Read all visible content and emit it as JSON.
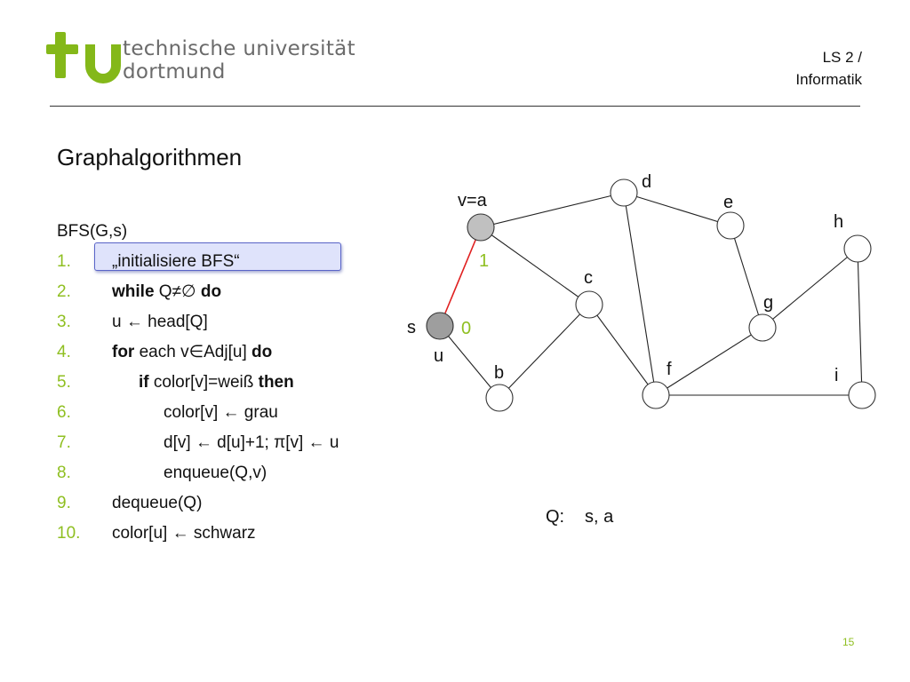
{
  "header": {
    "logo_line1": "technische universität",
    "logo_line2": "dortmund",
    "chair_line1": "LS 2 /",
    "chair_line2": "Informatik"
  },
  "title": "Graphalgorithmen",
  "algorithm": {
    "name": "BFS(G,s)",
    "lines": [
      {
        "num": "1.",
        "parts": [
          {
            "t": "„initialisiere BFS“"
          }
        ]
      },
      {
        "num": "2.",
        "parts": [
          {
            "t": "while",
            "b": true
          },
          {
            "t": " Q≠∅ "
          },
          {
            "t": "do",
            "b": true
          }
        ]
      },
      {
        "num": "3.",
        "indent": 1,
        "parts": [
          {
            "t": "u ← head[Q]"
          }
        ]
      },
      {
        "num": "4.",
        "indent": 1,
        "parts": [
          {
            "t": "for",
            "b": true
          },
          {
            "t": " each v∈Adj[u] "
          },
          {
            "t": "do",
            "b": true
          }
        ]
      },
      {
        "num": "5.",
        "indent": 2,
        "parts": [
          {
            "t": "if",
            "b": true
          },
          {
            "t": " color[v]=weiß "
          },
          {
            "t": "then",
            "b": true
          }
        ]
      },
      {
        "num": "6.",
        "indent": 3,
        "parts": [
          {
            "t": "color[v] ← grau"
          }
        ]
      },
      {
        "num": "7.",
        "indent": 3,
        "parts": [
          {
            "t": "d[v] ← d[u]+1; π[v] ← u"
          }
        ]
      },
      {
        "num": "8.",
        "indent": 3,
        "highlight": true,
        "parts": [
          {
            "t": "enqueue(Q,v)"
          }
        ]
      },
      {
        "num": "9.",
        "indent": 1,
        "parts": [
          {
            "t": "dequeue(Q)"
          }
        ]
      },
      {
        "num": "10.",
        "indent": 1,
        "parts": [
          {
            "t": "color[u] ← schwarz"
          }
        ]
      }
    ]
  },
  "graph": {
    "nodes": [
      {
        "id": "a",
        "label": "v=a",
        "fill": "#c0c0c0",
        "dist": "1"
      },
      {
        "id": "s",
        "label": "s",
        "fill": "#9e9e9e",
        "dist": "0"
      },
      {
        "id": "u",
        "label": "u"
      },
      {
        "id": "b",
        "label": "b",
        "fill": "#ffffff"
      },
      {
        "id": "c",
        "label": "c",
        "fill": "#ffffff"
      },
      {
        "id": "d",
        "label": "d",
        "fill": "#ffffff"
      },
      {
        "id": "e",
        "label": "e",
        "fill": "#ffffff"
      },
      {
        "id": "f",
        "label": "f",
        "fill": "#ffffff"
      },
      {
        "id": "g",
        "label": "g",
        "fill": "#ffffff"
      },
      {
        "id": "h",
        "label": "h",
        "fill": "#ffffff"
      },
      {
        "id": "i",
        "label": "i",
        "fill": "#ffffff"
      }
    ],
    "edges": [
      {
        "from": "s",
        "to": "a",
        "color": "#e02020"
      },
      {
        "from": "a",
        "to": "d"
      },
      {
        "from": "a",
        "to": "c"
      },
      {
        "from": "s",
        "to": "b"
      },
      {
        "from": "b",
        "to": "c"
      },
      {
        "from": "c",
        "to": "f"
      },
      {
        "from": "d",
        "to": "e"
      },
      {
        "from": "d",
        "to": "f"
      },
      {
        "from": "e",
        "to": "g"
      },
      {
        "from": "g",
        "to": "f"
      },
      {
        "from": "g",
        "to": "h"
      },
      {
        "from": "h",
        "to": "i"
      },
      {
        "from": "f",
        "to": "i"
      }
    ]
  },
  "queue": {
    "label": "Q:",
    "contents": "s, a"
  },
  "page_number": "15",
  "colors": {
    "accent_green": "#8fbf21",
    "logo_green": "#84b819",
    "tree_edge": "#e02020",
    "highlight_fill": "#dfe3fb",
    "highlight_border": "#5a65c8"
  }
}
